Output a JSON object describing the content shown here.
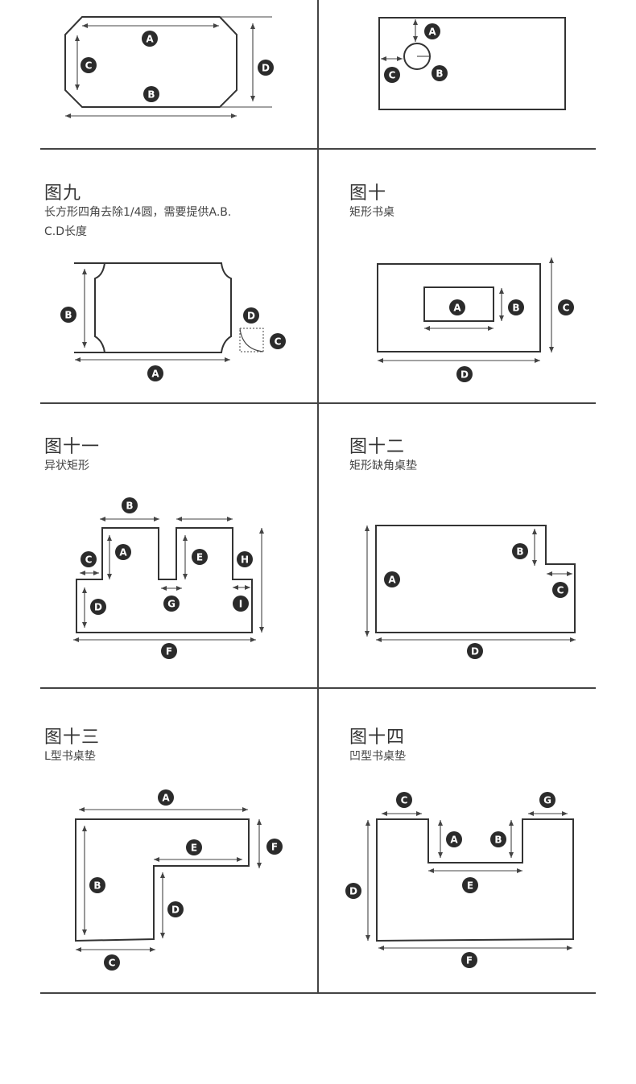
{
  "cells": {
    "fig9": {
      "title": "图九",
      "desc1": "长方形四角去除1/4圆，需要提供A.B.",
      "desc2": "C.D长度"
    },
    "fig10": {
      "title": "图十",
      "desc1": "矩形书桌"
    },
    "fig11": {
      "title": "图十一",
      "desc1": "异状矩形"
    },
    "fig12": {
      "title": "图十二",
      "desc1": "矩形缺角桌垫"
    },
    "fig13": {
      "title": "图十三",
      "desc1": "L型书桌垫"
    },
    "fig14": {
      "title": "图十四",
      "desc1": "凹型书桌垫"
    }
  },
  "markers": {
    "A": "A",
    "B": "B",
    "C": "C",
    "D": "D",
    "E": "E",
    "F": "F",
    "G": "G",
    "H": "H",
    "I": "I"
  },
  "colors": {
    "line": "#333333",
    "badge": "#2b2b2b",
    "badge_text": "#ffffff"
  }
}
